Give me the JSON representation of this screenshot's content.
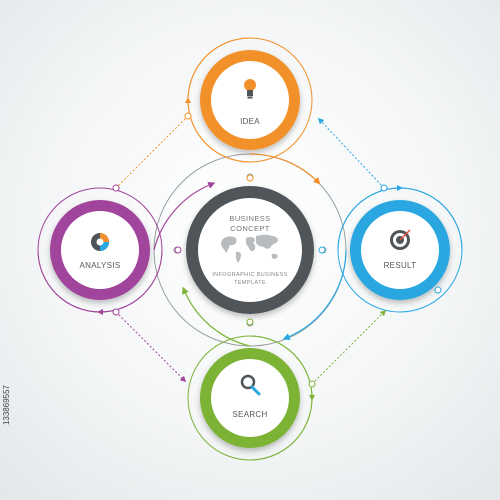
{
  "center": {
    "title_line1": "BUSINESS",
    "title_line2": "CONCEPT",
    "subtitle_line1": "INFOGRAPHIC  BUSINESS",
    "subtitle_line2": "TEMPLATE"
  },
  "nodes": {
    "idea": {
      "label": "IDEA",
      "color": "#f2912b",
      "icon": "lightbulb-icon"
    },
    "result": {
      "label": "RESULT",
      "color": "#29a7e1",
      "icon": "target-icon"
    },
    "search": {
      "label": "SEARCH",
      "color": "#7db336",
      "icon": "magnifier-icon"
    },
    "analysis": {
      "label": "ANALYSIS",
      "color": "#a1449c",
      "icon": "pie-chart-icon"
    }
  },
  "center_color": "#4f5459",
  "stock_id": "133869557"
}
